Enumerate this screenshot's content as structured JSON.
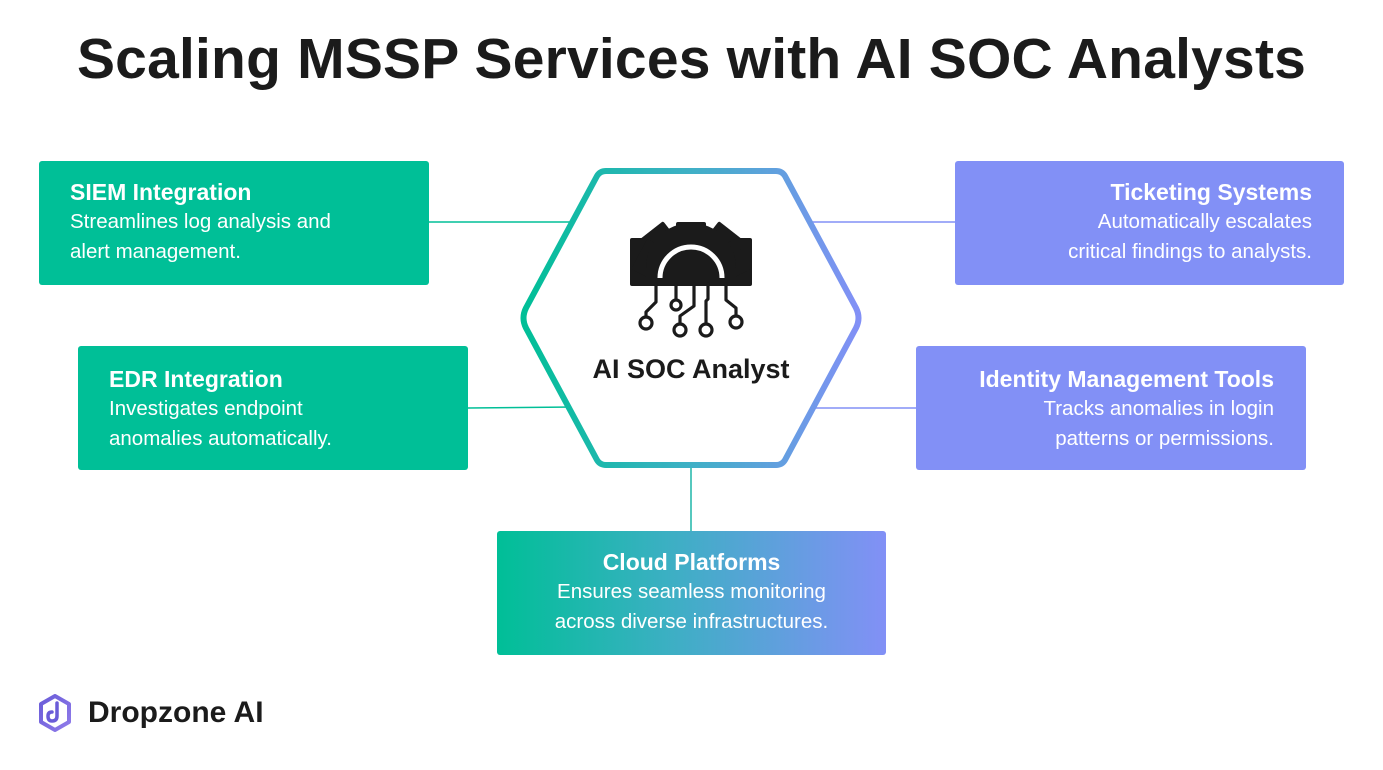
{
  "title": "Scaling MSSP Services with AI SOC Analysts",
  "hub": {
    "label": "AI SOC Analyst",
    "icon": "gear-circuit-icon"
  },
  "cards": {
    "siem": {
      "title": "SIEM Integration",
      "description": "Streamlines log analysis and\nalert management."
    },
    "edr": {
      "title": "EDR Integration",
      "description": "Investigates endpoint\nanomalies automatically."
    },
    "ticketing": {
      "title": "Ticketing Systems",
      "description": "Automatically escalates\ncritical findings to analysts."
    },
    "identity": {
      "title": "Identity Management Tools",
      "description": "Tracks anomalies in login\npatterns or permissions."
    },
    "cloud": {
      "title": "Cloud Platforms",
      "description": "Ensures seamless monitoring\nacross diverse infrastructures."
    }
  },
  "brand": {
    "name": "Dropzone AI",
    "icon": "dropzone-logo-icon"
  },
  "colors": {
    "green": "#00bf97",
    "purple": "#8290f6",
    "title": "#1b1b1b"
  }
}
